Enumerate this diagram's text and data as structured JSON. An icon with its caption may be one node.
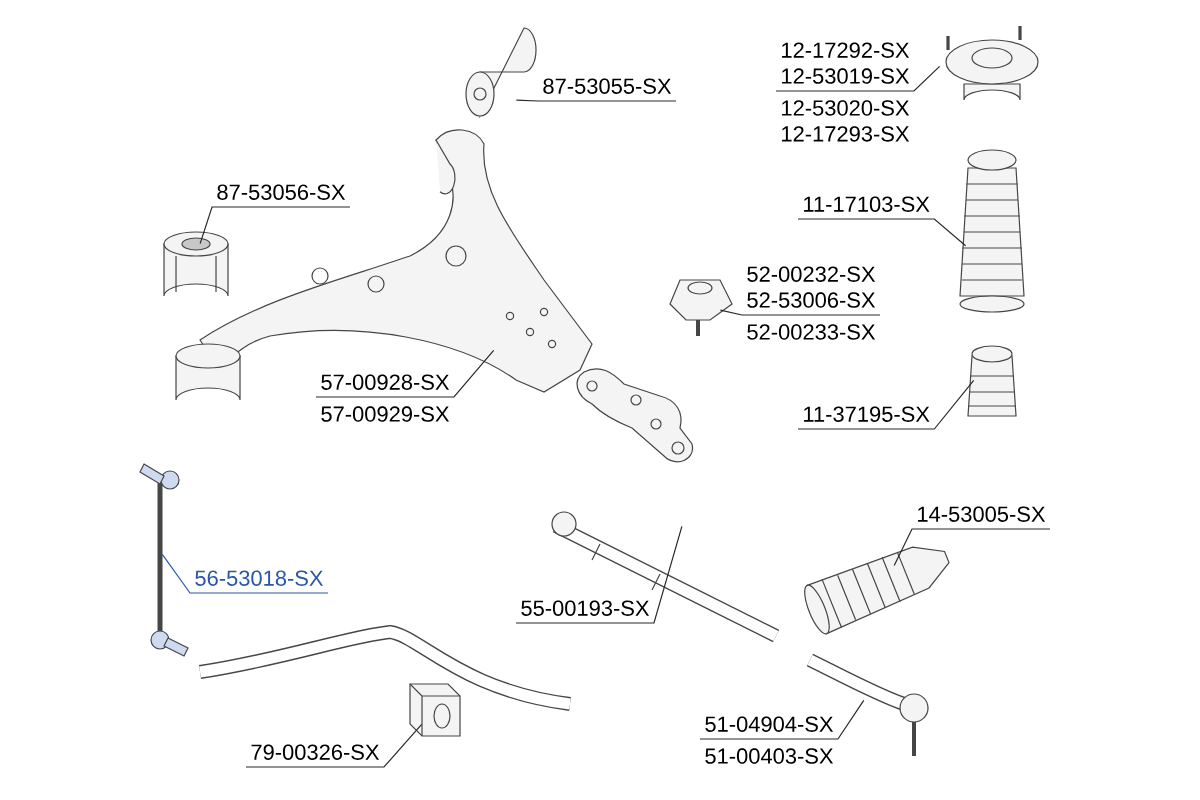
{
  "diagram": {
    "nodes": [
      {
        "text": [
          "87-53055-SX"
        ]
      },
      {
        "text": [
          "87-53056-SX"
        ]
      },
      {
        "text": [
          "57-00928-SX",
          "57-00929-SX"
        ]
      },
      {
        "text": [
          "56-53018-SX"
        ]
      },
      {
        "text": [
          "79-00326-SX"
        ]
      },
      {
        "text": [
          "12-17292-SX",
          "12-53019-SX",
          "12-53020-SX",
          "12-17293-SX"
        ]
      },
      {
        "text": [
          "11-17103-SX"
        ]
      },
      {
        "text": [
          "52-00232-SX",
          "52-53006-SX",
          "52-00233-SX"
        ]
      },
      {
        "text": [
          "11-37195-SX"
        ]
      },
      {
        "text": [
          "14-53005-SX"
        ]
      },
      {
        "text": [
          "55-00193-SX"
        ]
      },
      {
        "text": [
          "51-04904-SX",
          "51-00403-SX"
        ]
      },
      {
        "text": [],
        "shape": "picture"
      },
      {
        "text": [],
        "shape": "picture"
      },
      {
        "text": [],
        "shape": "picture"
      },
      {
        "text": [],
        "shape": "picture"
      },
      {
        "text": [],
        "shape": "picture"
      },
      {
        "text": [],
        "shape": "picture"
      },
      {
        "text": [],
        "shape": "picture"
      },
      {
        "text": [],
        "shape": "picture"
      },
      {
        "text": [],
        "shape": "picture"
      },
      {
        "text": [],
        "shape": "picture"
      },
      {
        "text": [],
        "shape": "picture"
      },
      {
        "text": [],
        "shape": "picture"
      }
    ],
    "edges": [
      {
        "from": 0,
        "to": 12,
        "arrow": "none"
      },
      {
        "from": 1,
        "to": 13,
        "arrow": "none"
      },
      {
        "from": 2,
        "to": 14,
        "arrow": "none"
      },
      {
        "from": 3,
        "to": 15,
        "arrow": "none",
        "color": "#2a56a8"
      },
      {
        "from": 4,
        "to": 16,
        "arrow": "none"
      },
      {
        "from": 5,
        "to": 17,
        "arrow": "none"
      },
      {
        "from": 6,
        "to": 18,
        "arrow": "none"
      },
      {
        "from": 7,
        "to": 19,
        "arrow": "none"
      },
      {
        "from": 8,
        "to": 20,
        "arrow": "none"
      },
      {
        "from": 9,
        "to": 21,
        "arrow": "none"
      },
      {
        "from": 10,
        "to": 22,
        "arrow": "none"
      },
      {
        "from": 11,
        "to": 23,
        "arrow": "none"
      }
    ]
  }
}
